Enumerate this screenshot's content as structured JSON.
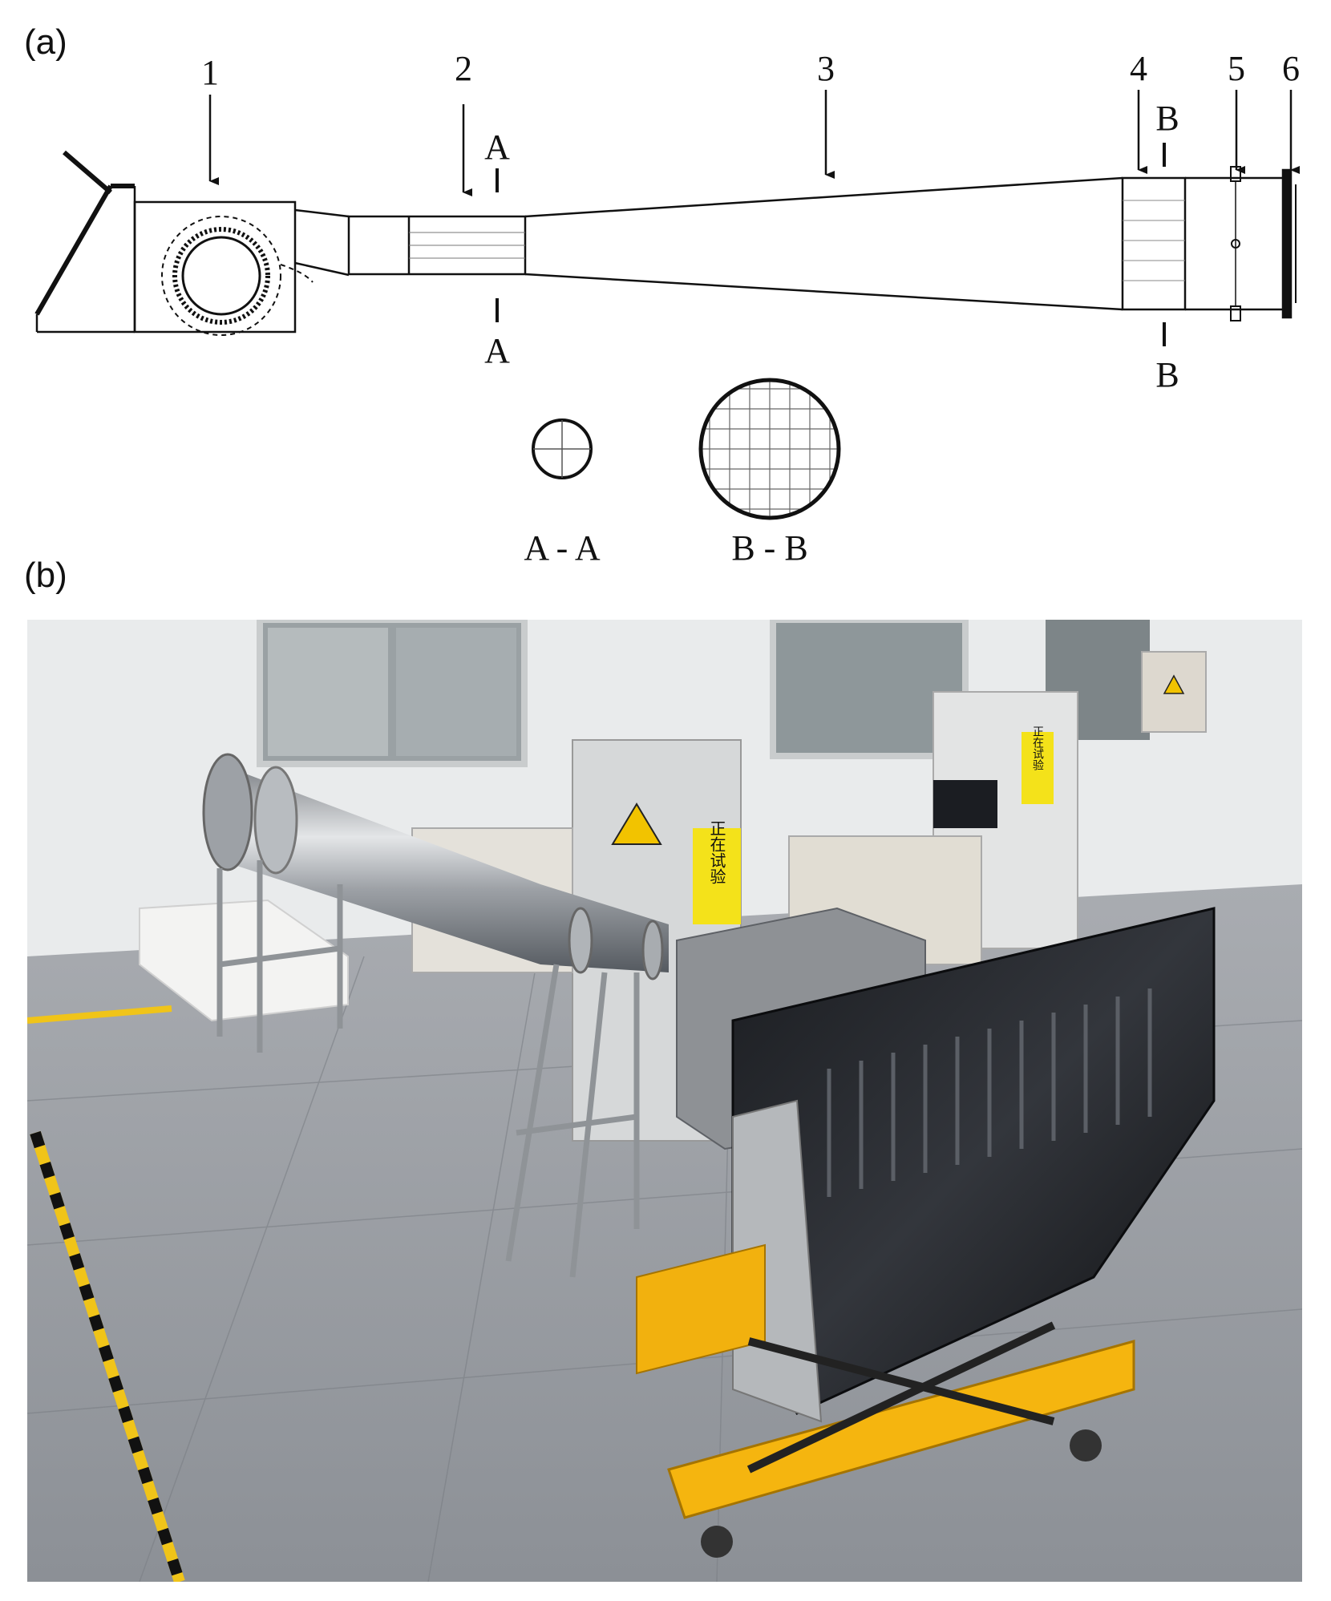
{
  "panels": {
    "a_label": "(a)",
    "b_label": "(b)"
  },
  "schematic": {
    "components": [
      {
        "number": "1"
      },
      {
        "number": "2"
      },
      {
        "number": "3"
      },
      {
        "number": "4"
      },
      {
        "number": "5"
      },
      {
        "number": "6"
      }
    ],
    "section_a_top": "A",
    "section_a_bottom": "A",
    "section_b_top": "B",
    "section_b_bottom": "B",
    "section_a_caption": "A - A",
    "section_b_caption": "B - B"
  },
  "photo": {
    "warning_sign_1": "正在试验",
    "warning_sign_2": "正在试验"
  }
}
